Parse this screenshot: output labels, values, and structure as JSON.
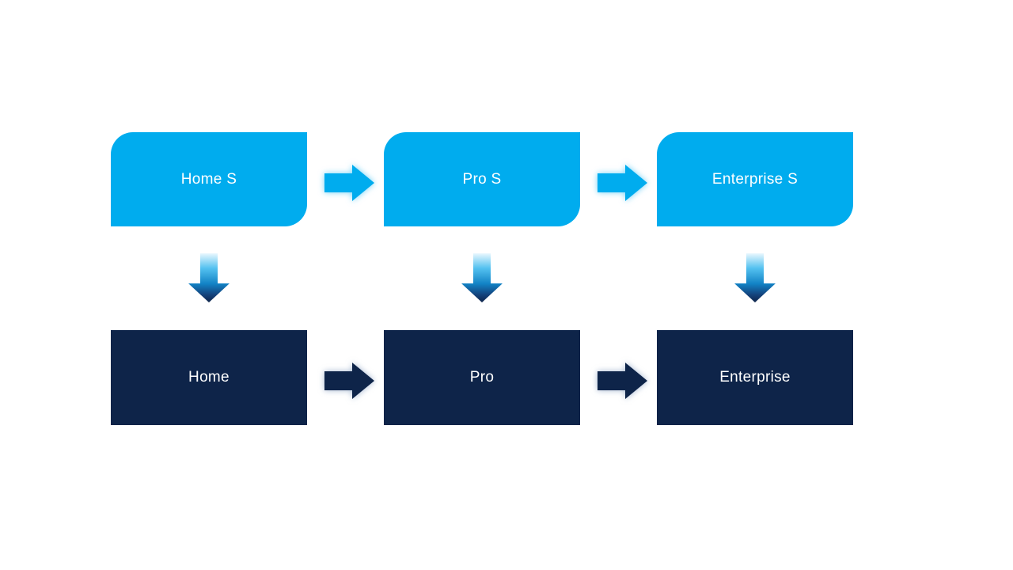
{
  "diagram": {
    "title_hint": "product-edition-flowchart",
    "columns": [
      {
        "top_label": "Home S",
        "bottom_label": "Home"
      },
      {
        "top_label": "Pro S",
        "bottom_label": "Pro"
      },
      {
        "top_label": "Enterprise S",
        "bottom_label": "Enterprise"
      }
    ],
    "colors": {
      "light_blue": "#00ACEE",
      "dark_navy": "#0E2449",
      "label_text": "#FFFFFF",
      "light_arrow_glow": "#00ACEE",
      "dark_arrow_glow": "#5A7AAA",
      "down_arrow_gradient_top": "#E9F7FE",
      "down_arrow_gradient_upper": "#55C2F0",
      "down_arrow_gradient_lower": "#1283C6",
      "down_arrow_gradient_bottom": "#0E2449"
    }
  }
}
